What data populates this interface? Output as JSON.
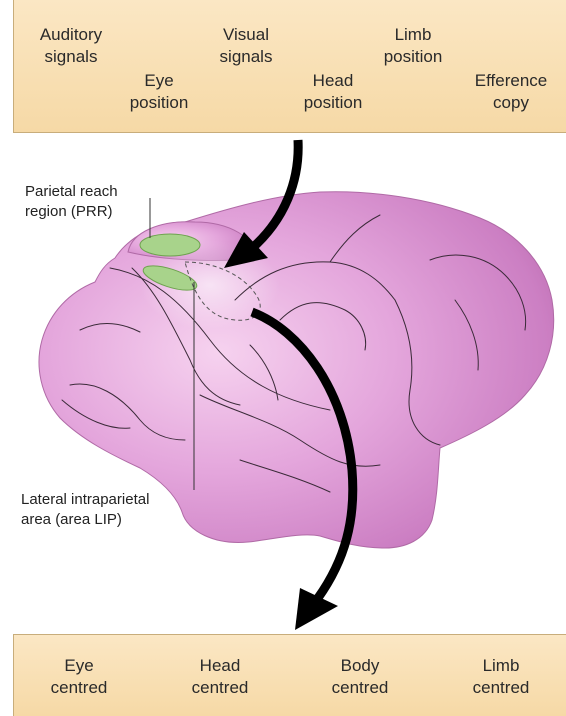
{
  "inputs": [
    {
      "text": "Auditory\nsignals"
    },
    {
      "text": "Eye\nposition"
    },
    {
      "text": "Visual\nsignals"
    },
    {
      "text": "Head\nposition"
    },
    {
      "text": "Limb\nposition"
    },
    {
      "text": "Efference\ncopy"
    }
  ],
  "outputs": [
    {
      "text": "Eye\ncentred"
    },
    {
      "text": "Head\ncentred"
    },
    {
      "text": "Body\ncentred"
    },
    {
      "text": "Limb\ncentred"
    }
  ],
  "annotations": {
    "prr": "Parietal reach\nregion (PRR)",
    "lip": "Lateral intraparietal\narea (area LIP)"
  },
  "colors": {
    "panel": "#f8dfb2",
    "brain": "#d98fd1",
    "highlight": "#a8d38b",
    "arrow": "#000000"
  }
}
